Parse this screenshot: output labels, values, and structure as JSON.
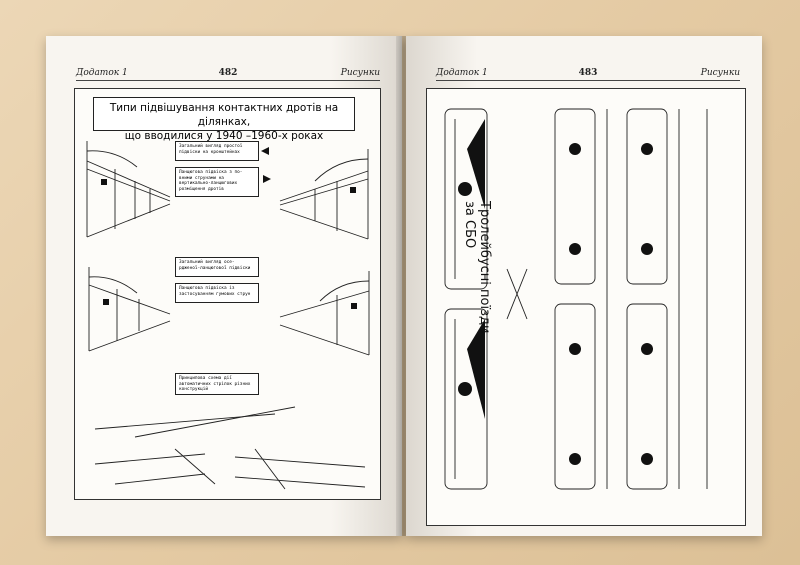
{
  "left_page": {
    "header_left": "Додаток 1",
    "page_number": "482",
    "header_right": "Рисунки",
    "figure_title_line1": "Типи підвішування контактних дротів на ділянках,",
    "figure_title_line2": "що вводилися у 1940 –1960-х роках",
    "notes": [
      "Загальний вигляд простої підвіски на кронштейнах",
      "Ланцюгова підвіска з по-вними струнами на вертикально-ланцюгових розміщення дротів",
      "Загальний вигляд осе-рдженої-ланцюгової підвіски",
      "Ланцюгова підвіска із застосуванням гумових струн",
      "Принципова схема дії автоматичних стрілок різних конструкцій"
    ]
  },
  "right_page": {
    "header_left": "Додаток 1",
    "page_number": "483",
    "header_right": "Рисунки",
    "vertical_title_line1": "Тролейбусні поїзди",
    "vertical_title_line2": "за СБО"
  },
  "colors": {
    "background": "#e4caa3",
    "paper": "#f7f4ef",
    "ink": "#222222"
  }
}
